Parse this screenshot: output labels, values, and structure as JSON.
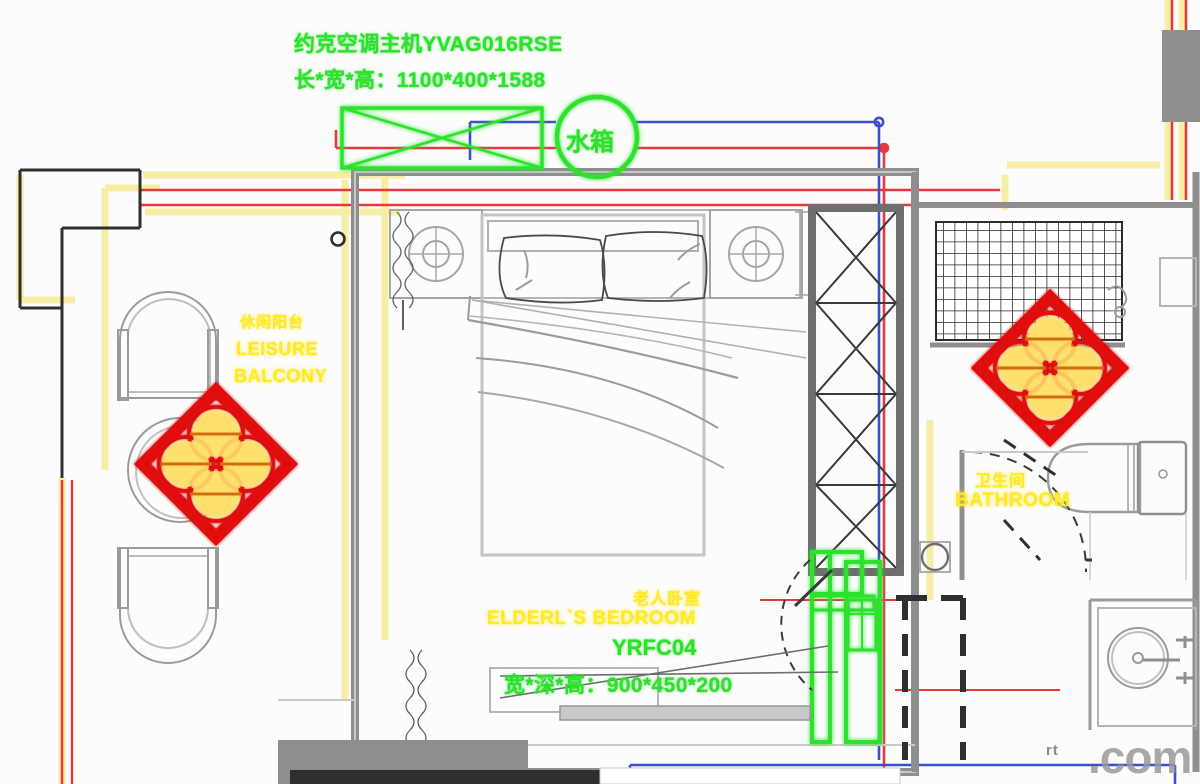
{
  "drawing": {
    "type": "architectural-floor-plan",
    "title_block": {
      "equipment_label": "约克空调主机YVAG016RSE",
      "equipment_dimensions": "长*宽*高：1100*400*1588"
    },
    "water_tank": {
      "label": "水箱"
    },
    "rooms": [
      {
        "id": "balcony",
        "name_cn": "休闲阳台",
        "name_en_line1": "LEISURE",
        "name_en_line2": "BALCONY",
        "color": "#ffe92b"
      },
      {
        "id": "bedroom",
        "name_cn": "老人卧室",
        "name_en": "ELDERL`S BEDROOM",
        "color": "#ffe92b",
        "unit_model": "YRFC04",
        "unit_dimensions": "宽*深*高：900*450*200"
      },
      {
        "id": "bathroom",
        "name_cn": "卫生间",
        "name_en": "BATHROOM",
        "color": "#ffe92b"
      }
    ],
    "symbols": {
      "diffuser_marker": "air-diffuser-rosette",
      "chiller_unit": "outdoor-chiller-unit",
      "fan_coil_unit": "fan-coil-unit"
    },
    "pipe_legend": {
      "supply_color": "#3a4fc8",
      "return_color": "#e8383a",
      "duct_color": "#f5e98a",
      "equipment_color": "#2ee12e"
    },
    "watermark": {
      "text": ".com",
      "sub": "rt"
    }
  }
}
